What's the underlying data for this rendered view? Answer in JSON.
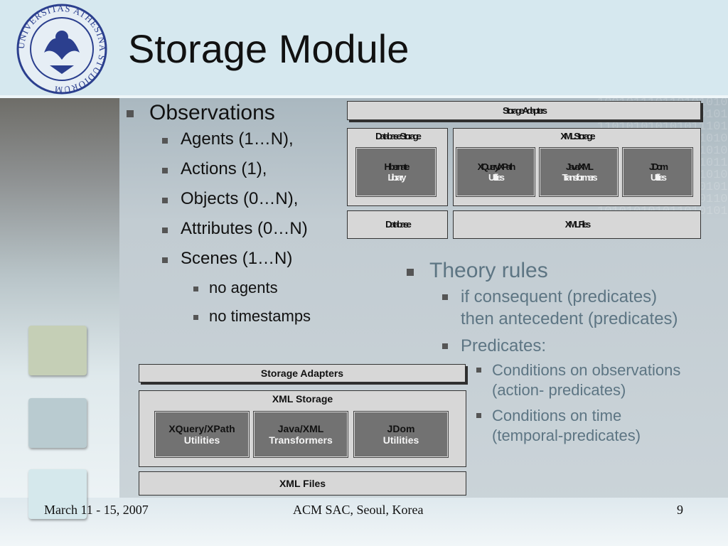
{
  "slide": {
    "title": "Storage Module",
    "seal_text": "UNIVERSITAS ATHESINA STUDIORUM",
    "binary_texture": "1001011101101010101010011101010101011101010101010111010101001101010110101010101010111010101101010101001010110101010101010110101010101010101101010101010101010101101010101010110101010"
  },
  "observations": {
    "heading": "Observations",
    "items": [
      {
        "text": "Agents (1…N),"
      },
      {
        "text": "Actions (1),"
      },
      {
        "text": "Objects (0…N),"
      },
      {
        "text": "Attributes (0…N)"
      },
      {
        "text": "Scenes (1…N)"
      }
    ],
    "scene_items": [
      {
        "text": "no agents"
      },
      {
        "text": "no timestamps"
      }
    ]
  },
  "theory": {
    "heading": "Theory rules",
    "rule_line1": "if consequent (predicates)",
    "rule_line2": "then antecedent (predicates)",
    "predicates_label": "Predicates:",
    "conditions": [
      {
        "line1": "Conditions on observations",
        "line2": "(action- predicates)"
      },
      {
        "line1": "Conditions on time",
        "line2": "(temporal-predicates)"
      }
    ]
  },
  "top_diagram": {
    "storage_adapters": "Storage Adapters",
    "database_storage": "Database Storage",
    "xml_storage": "XML Storage",
    "hibernate": "Hibernate",
    "library": "Library",
    "xquery": "XQuery/XPath",
    "utilities": "Utilities",
    "java_xml": "Java/XML",
    "transformers": "Transformers",
    "jdom": "JDom",
    "database": "Database",
    "xml_files": "XML Files"
  },
  "bottom_diagram": {
    "storage_adapters": "Storage Adapters",
    "xml_storage": "XML Storage",
    "xquery": "XQuery/XPath",
    "utilities_1": "Utilities",
    "java_xml": "Java/XML",
    "transformers": "Transformers",
    "jdom": "JDom",
    "utilities_2": "Utilities",
    "xml_files": "XML Files"
  },
  "footer": {
    "date": "March 11 - 15, 2007",
    "venue": "ACM SAC, Seoul, Korea",
    "page_number": "9"
  },
  "colors": {
    "theory_text": "#5d7583",
    "square_1": "#c5cfb6",
    "square_2": "#b9cbd0",
    "square_3": "#d5e8ec"
  }
}
